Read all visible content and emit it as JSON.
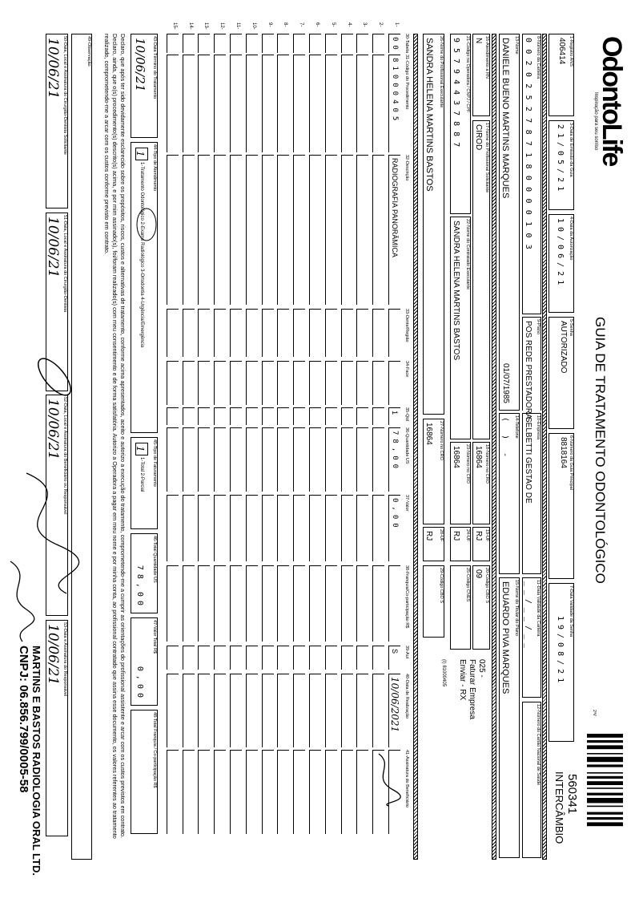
{
  "header": {
    "logo_text": "OdontoLife",
    "logo_tagline": "Inspiração para seu sorriso",
    "title": "GUIA DE TRATAMENTO ODONTOLÓGICO",
    "copy_mark": "2ªV",
    "guide_id": "560341",
    "guide_type": "INTERCÂMBIO"
  },
  "fields": {
    "f1": {
      "label": "1-Registro ANS",
      "value": "406414"
    },
    "f3": {
      "label": "3-Data de Emissão da Guia",
      "value": "21/05/21"
    },
    "f4": {
      "label": "4-Data da Autorização",
      "value": "10/06/21"
    },
    "f5": {
      "label": "5-Senha",
      "value": "AUTORIZADO"
    },
    "f6": {
      "label": "6-Número da Guia Principal",
      "value": "8818164"
    },
    "f7": {
      "label": "7-Data Validade da Senha",
      "value": "19/08/21"
    },
    "f8": {
      "label": "8-Número da Carteira",
      "value": "0020252787180000103"
    },
    "f9": {
      "label": "9-Plano",
      "value": "POS REDE PRESTADORA"
    },
    "f10": {
      "label": "10-Empresa",
      "value": "SELBETTI GESTAO DE"
    },
    "f11": {
      "label": "11-Data Validade da Carteira",
      "value": "__/__/__"
    },
    "f12": {
      "label": "12-Número do Cartão Nacional de Saúde",
      "value": ""
    },
    "f13": {
      "label": "13-Nome",
      "value": "DANIELE BUENO MARTINS MARQUES",
      "birth_date": "01/07/1985"
    },
    "f14": {
      "label": "14-Telefone",
      "value": "(    )      -"
    },
    "f15": {
      "label": "15-Nome do Titular do Plano",
      "value": "EDUARDO PIVA MARQUES"
    },
    "f16": {
      "label": "16-Atendimento a RN",
      "value": "N"
    },
    "f17": {
      "label": "17-Nome do Profissional Solicitante",
      "value": "CIROD"
    },
    "f18": {
      "label": "18-Número no CRO",
      "value": "16864"
    },
    "f19": {
      "label": "19-UF",
      "value": "RJ"
    },
    "f20": {
      "label": "20-Código CBO S",
      "value": "09"
    },
    "f21": {
      "label": "21-Código na Operadora / CNPJ / CPF",
      "value": "95794437887"
    },
    "f22": {
      "label": "22-Nome do Contratado Executante",
      "value": "SANDRA HELENA MARTINS BASTOS"
    },
    "f23": {
      "label": "23-Número no CRO",
      "value": "16864"
    },
    "f24": {
      "label": "24-UF",
      "value": "RJ"
    },
    "f25": {
      "label": "25-Código CNES",
      "value": ""
    },
    "f26": {
      "label": "26-Nome do Profissional Executante",
      "value": "SANDRA HELENA MARTINS BASTOS"
    },
    "f27": {
      "label": "27-Número no CRO",
      "value": "16864"
    },
    "f28": {
      "label": "28-UF",
      "value": "RJ"
    },
    "f29": {
      "label": "29-Código CBO S",
      "value": ""
    }
  },
  "annotations": {
    "line1": "025 -",
    "line2": "Faturar Empresa",
    "line3": "Enviar - RX",
    "line4": "(I) 81000405"
  },
  "procedures_header": [
    "30-Tabela",
    "31-Código do Procedimento",
    "32-Descrição",
    "33-Dente/Região",
    "34-Face",
    "35-Qtd",
    "36-Quantidade US",
    "37-Valor",
    "38-Franquia/Co-participação R$",
    "39-Aut",
    "40-Data de Realização",
    "41-Assinatura do Beneficiário"
  ],
  "procedures": [
    {
      "n": "1-",
      "tabela": "00",
      "codigo": "81000405",
      "descricao": "RADIOGRAFIA PANORÂMICA",
      "dente": "",
      "face": "",
      "qtd": "1",
      "qtde_us": "78,00",
      "valor": "0,00",
      "franquia": "",
      "aut": "S",
      "data": "10/06/2021"
    },
    {
      "n": "2-"
    },
    {
      "n": "3-"
    },
    {
      "n": "4-"
    },
    {
      "n": "5-"
    },
    {
      "n": "6-"
    },
    {
      "n": "7-"
    },
    {
      "n": "8-"
    },
    {
      "n": "9-"
    },
    {
      "n": "10-"
    },
    {
      "n": "11-"
    },
    {
      "n": "12-"
    },
    {
      "n": "13-"
    },
    {
      "n": "14-"
    },
    {
      "n": "15-"
    }
  ],
  "totals": {
    "f43": {
      "label": "43-Data Término do Tratamento",
      "value": "10/06/21"
    },
    "f44": {
      "label": "44-Tipo de Atendimento",
      "options": "1-Tratamento Odontológico  2-Exame Radiológico  3-Ortodontia  4-Urgência/Emergência",
      "checked": "1"
    },
    "f45": {
      "label": "45-Tipo de Faturamento",
      "options": "1-Total  2-Parcial",
      "checked": "1"
    },
    "f46": {
      "label": "46-Total Quantidade US",
      "value": "78,00"
    },
    "f47": {
      "label": "47-Valor Total R$",
      "value": "0,00"
    },
    "f48": {
      "label": "48-Total Franquia / Co-participação R$",
      "value": ""
    }
  },
  "declaration": "Declaro, que após ter sido devidamente esclarecido sobre os propósitos, riscos, custos e alternativas de tratamento, conforme acima apresentados, aceito e autorizo a execução do tratamento, comprometendo-me a cumprir as orientações do profissional assistente e arcar com os custos previstos em contrato. Declaro, ainda, que o(s) procedimento(s) descrito(s) acima, e por mim assinado(s), foi/foram realizado(s) com meu consentimento e de forma satisfatória. Autorizo a Operadora a pagar em meu nome e por minha conta, ao profissional contratado que assina esse documento, os valores referentes ao tratamento realizado, comprometendo-me a arcar com os custos conforme previsto em contrato.",
  "observacao": {
    "label": "49-Observação",
    "value": ""
  },
  "signatures": {
    "f50": {
      "label": "50-Data, Local e Assinatura do Cirurgião-Dentista Solicitante",
      "date": "10/06/21"
    },
    "f51": {
      "label": "51-Data, Local e Assinatura do Cirurgião-Dentista",
      "date": "10/06/21"
    },
    "f52": {
      "label": "52-Data, Local e Assinatura do Beneficiário ou Responsável",
      "date": "10/06/21"
    },
    "f53": {
      "label": "53-Data e Assinatura do Responsável",
      "date": "10/06/21"
    }
  },
  "stamp": {
    "line1": "MARTINS E BASTOS RADIOLOGIA ORAL LTD.",
    "line2": "CNPJ: 06.856.799/0005-58"
  }
}
